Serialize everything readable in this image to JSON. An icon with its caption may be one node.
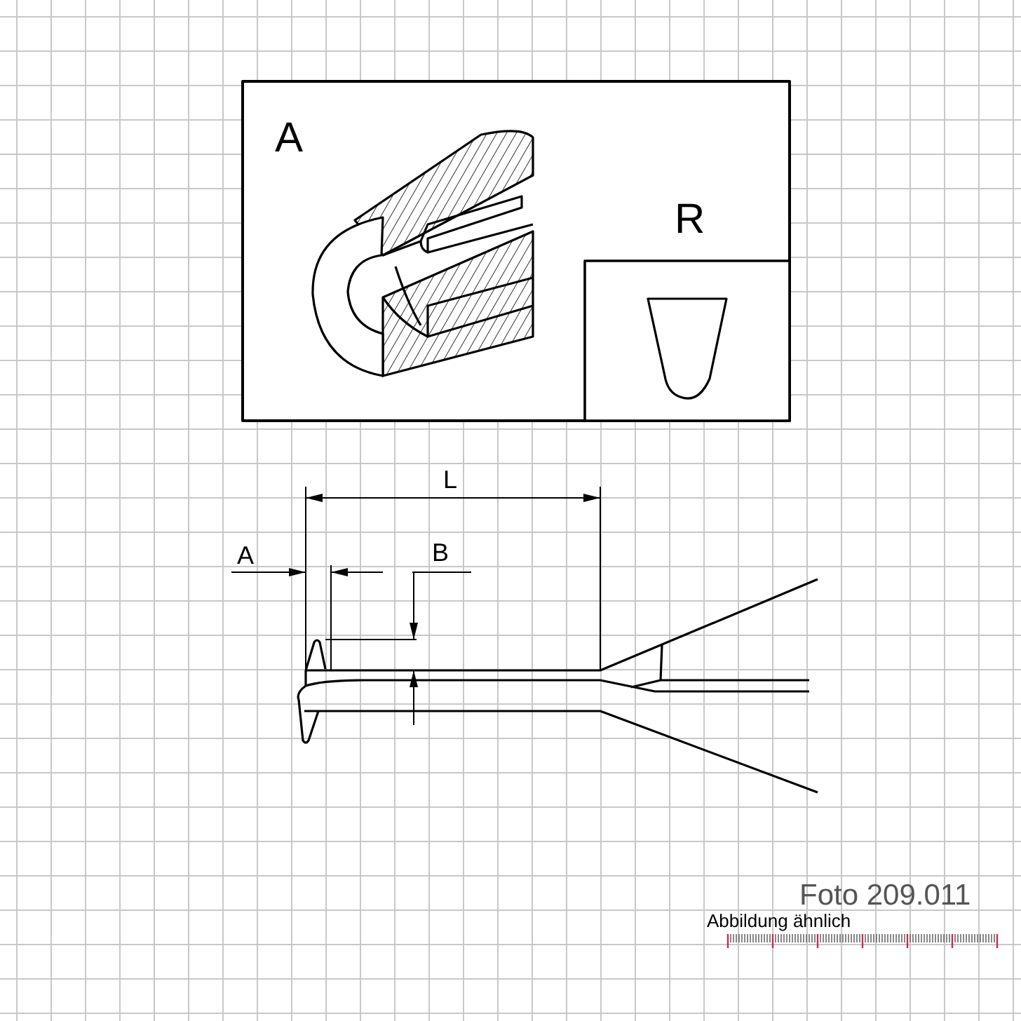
{
  "diagram": {
    "labels": [
      "A",
      "R",
      "L",
      "A",
      "B",
      "Foto 209.011",
      "Abbildung ähnlich"
    ]
  }
}
